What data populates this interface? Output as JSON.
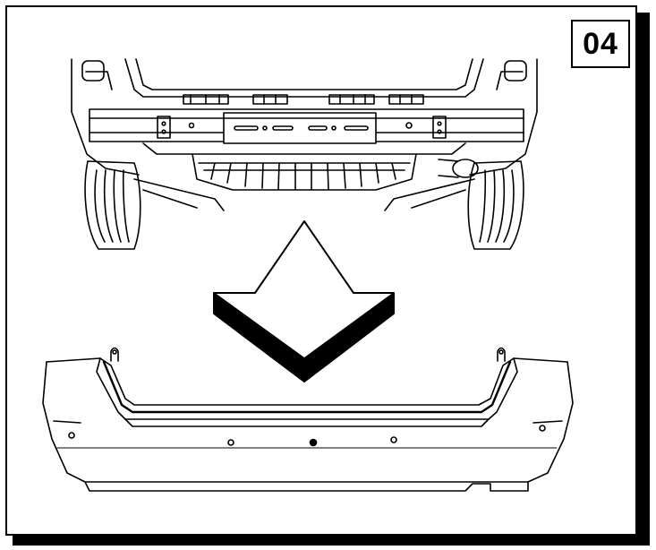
{
  "step": {
    "number": "04"
  },
  "illustration": {
    "upper": "rear-undercarriage-of-vehicle",
    "arrow": "down-chevron-arrow",
    "lower": "rear-bumper-cover"
  },
  "colors": {
    "ink": "#000000",
    "paper": "#ffffff"
  }
}
